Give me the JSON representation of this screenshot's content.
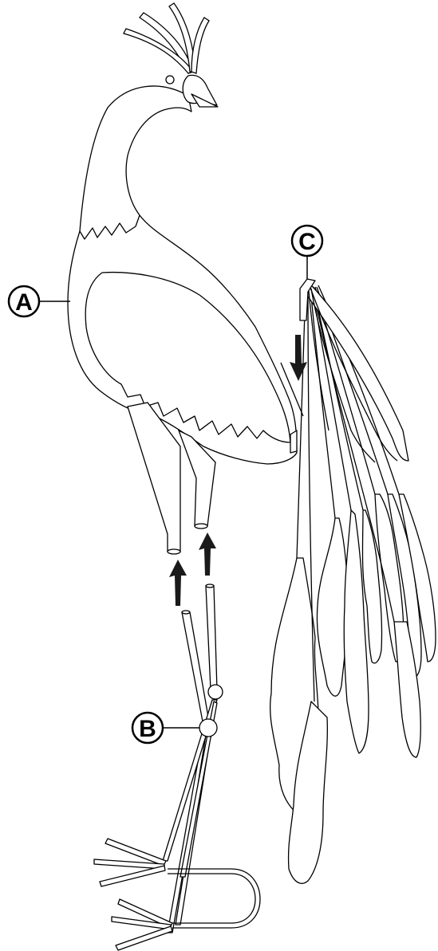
{
  "callouts": {
    "a": {
      "letter": "A"
    },
    "b": {
      "letter": "B"
    },
    "c": {
      "letter": "C"
    }
  },
  "colors": {
    "line": "#000000",
    "fill": "#ffffff",
    "arrow": "#1a1a1a"
  },
  "icons": {
    "arrow_up": "arrow-up-icon",
    "arrow_down": "arrow-down-icon"
  }
}
